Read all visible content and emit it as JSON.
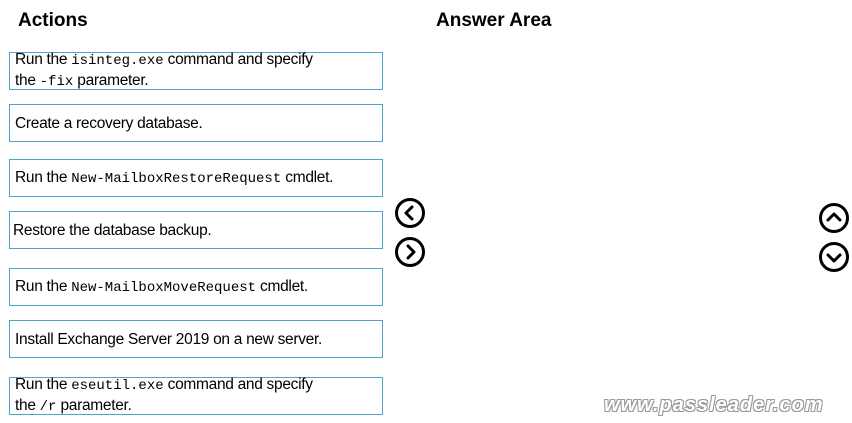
{
  "headings": {
    "actions": "Actions",
    "answer_area": "Answer Area"
  },
  "actions": [
    {
      "line1_pre": "Run the ",
      "line1_code": "isinteg.exe",
      "line1_post": " command and specify",
      "line2_pre": "the ",
      "line2_code": "-fix",
      "line2_post": " parameter."
    },
    {
      "text": "Create a recovery database."
    },
    {
      "pre": "Run the ",
      "code": "New-MailboxRestoreRequest",
      "post": " cmdlet."
    },
    {
      "text": "Restore the database backup."
    },
    {
      "pre": "Run the ",
      "code": "New-MailboxMoveRequest",
      "post": " cmdlet."
    },
    {
      "text": "Install Exchange Server 2019 on a new server."
    },
    {
      "line1_pre": "Run the ",
      "line1_code": "eseutil.exe",
      "line1_post": " command and specify",
      "line2_pre": "the ",
      "line2_code": "/r",
      "line2_post": " parameter."
    }
  ],
  "controls": {
    "move_left_icon": "chevron-left-icon",
    "move_right_icon": "chevron-right-icon",
    "move_up_icon": "chevron-up-icon",
    "move_down_icon": "chevron-down-icon"
  },
  "watermark": "www.passleader.com"
}
